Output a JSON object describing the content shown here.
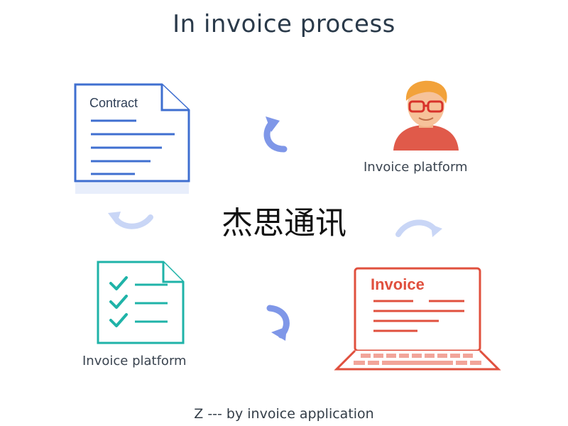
{
  "title": "In invoice process",
  "contract": {
    "label": "Contract"
  },
  "person": {
    "label": "Invoice platform"
  },
  "checklist": {
    "label": "Invoice platform"
  },
  "laptop": {
    "label": "Invoice"
  },
  "watermark": "杰思通讯",
  "footer": "Z --- by invoice application",
  "colors": {
    "contract_blue": "#3f6fd0",
    "checklist_teal": "#1fb3a8",
    "laptop_red": "#e0503e",
    "arrow_blue": "#7f97e8",
    "arrow_light": "#c9d6f6"
  }
}
